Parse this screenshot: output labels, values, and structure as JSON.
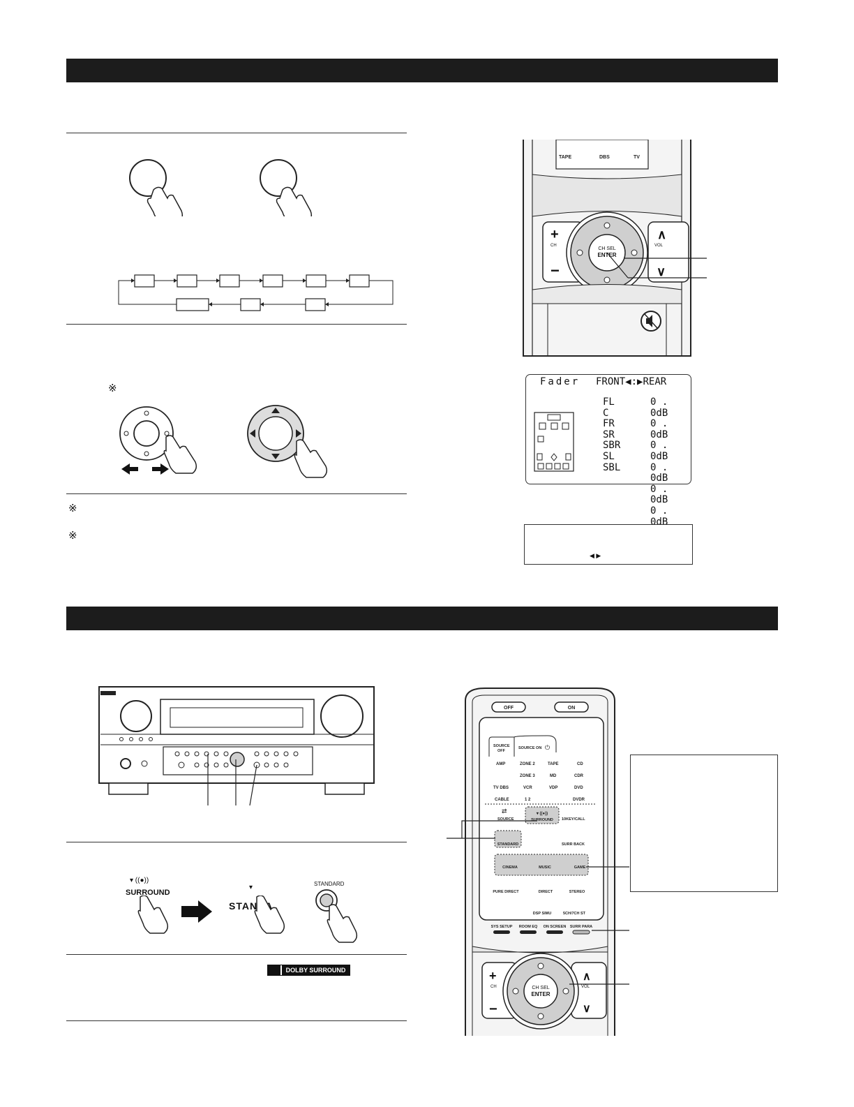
{
  "note_mark": "※",
  "remote_top": {
    "source_row": [
      "TAPE",
      "DBS",
      "TV"
    ],
    "ch_label": "CH",
    "vol_label": "VOL",
    "ch_sel": "CH SEL",
    "enter": "ENTER",
    "plus": "+",
    "minus": "−",
    "vol_up": "∧",
    "vol_down": "∨"
  },
  "fader_screen": {
    "title": "Fader",
    "mode_left": "FRONT",
    "mode_sep": ":",
    "mode_right": "REAR",
    "channels": [
      {
        "name": "FL",
        "value": "0 . 0dB"
      },
      {
        "name": "C",
        "value": "0 . 0dB"
      },
      {
        "name": "FR",
        "value": "0 . 0dB"
      },
      {
        "name": "SR",
        "value": "0 . 0dB"
      },
      {
        "name": "SBR",
        "value": "0 . 0dB"
      },
      {
        "name": "SL",
        "value": "0 . 0dB"
      },
      {
        "name": "SBL",
        "value": "0 . 0dB"
      }
    ]
  },
  "surround_ops": {
    "surround_label": "SURROUND",
    "standard_partial": "STANDA",
    "standard_label": "STANDARD",
    "dolby_logo": "DOLBY SURROUND"
  },
  "remote_bottom": {
    "off": "OFF",
    "on": "ON",
    "tab_source_off": [
      "SOURCE",
      "OFF"
    ],
    "tab_source_on": "SOURCE ON",
    "grid": [
      [
        "AMP",
        "ZONE 2",
        "TAPE",
        "CD"
      ],
      [
        "",
        "ZONE 3",
        "MD",
        "CDR"
      ],
      [
        "TV DBS",
        "VCR",
        "VDP",
        "DVD"
      ],
      [
        "CABLE",
        "1 2",
        "",
        "DVDR"
      ]
    ],
    "source": "SOURCE",
    "surround": "SURROUND",
    "tokey_call": "10KEY/CALL",
    "standard": "STANDARD",
    "surr_back": "SURR BACK",
    "cinema": "CINEMA",
    "music": "MUSIC",
    "game": "GAME",
    "pure_direct": "PURE DIRECT",
    "direct": "DIRECT",
    "stereo": "STEREO",
    "dsp_simu": "DSP SIMU",
    "5ch7ch_st": "5CH/7CH ST",
    "sys_setup": "SYS SETUP",
    "room_eq": "ROOM EQ",
    "on_screen": "ON SCREEN",
    "surr_para": "SURR PARA",
    "ch_label": "CH",
    "vol_label": "VOL",
    "ch_sel": "CH SEL",
    "enter": "ENTER"
  },
  "colors": {
    "band": "#1c1c1c",
    "highlight": "#cfcfcf",
    "remote_body": "#f2f2f2"
  }
}
